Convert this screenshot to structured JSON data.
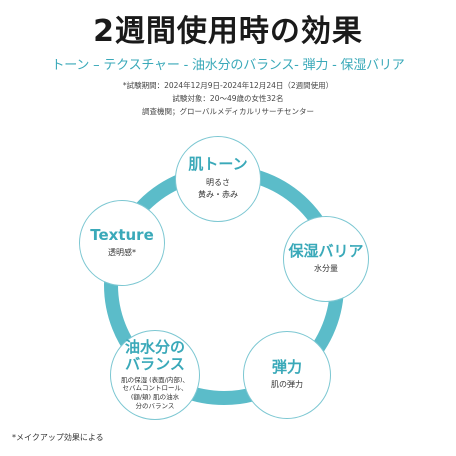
{
  "title": "2週間使用時の効果",
  "subtitle": "トーン – テクスチャー - 油水分のバランス- 弾力 - 保湿バリア",
  "meta": {
    "period": "*試験期間：2024年12月9日-2024年12月24日（2週間使用）",
    "subjects": "試験対象：20～49歳の女性32名",
    "org": "調査機関；グローバルメディカルリサーチセンター"
  },
  "nodes": [
    {
      "title": "肌トーン",
      "desc1": "明るさ",
      "desc2": "黄み・赤み"
    },
    {
      "title": "保湿バリア",
      "desc1": "水分量"
    },
    {
      "title": "弾力",
      "desc1": "肌の弾力"
    },
    {
      "title1": "油水分の",
      "title2": "バランス",
      "desc1": "肌の保湿 (表面/内部)、",
      "desc2": "セバムコントロール、",
      "desc3": "(額/頬) 肌の油水",
      "desc4": "分のバランス"
    },
    {
      "title": "Texture",
      "desc1": "透明感*"
    }
  ],
  "footnote": "*メイクアップ効果による",
  "colors": {
    "accent": "#3aa9b9",
    "ring": "#5bbcc9"
  }
}
